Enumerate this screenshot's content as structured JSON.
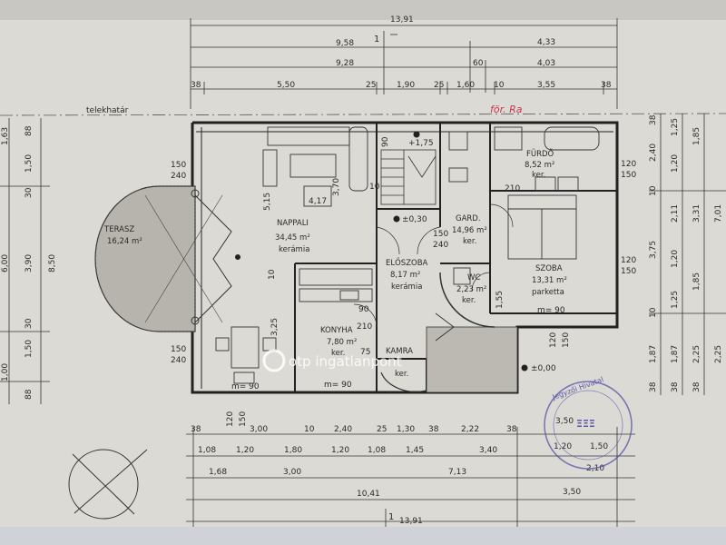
{
  "plan": {
    "top_dims": {
      "overall": "13,91",
      "row2_left": "9,58",
      "row2_right": "4,33",
      "row2_marker": "1",
      "row3_left": "9,28",
      "row3_mid": "60",
      "row3_right": "4,03",
      "row4": [
        "38",
        "5,50",
        "25",
        "1,90",
        "25",
        "1,60",
        "10",
        "3,55",
        "38"
      ]
    },
    "plot_boundary_label": "telekhatár",
    "handwritten_note": "för. Ra",
    "rooms": {
      "terasz": {
        "name": "TERASZ",
        "area": "16,24 m²"
      },
      "nappali": {
        "name": "NAPPALI",
        "area": "34,45 m²",
        "finish": "kerámia",
        "dims": [
          "5,15",
          "3,70",
          "4,17"
        ]
      },
      "eloszoba": {
        "name": "ELŐSZOBA",
        "area": "8,17 m²",
        "finish": "kerámia"
      },
      "gard": {
        "name": "GARD.",
        "area": "14,96 m²",
        "finish": "ker."
      },
      "furdo": {
        "name": "FÜRDŐ",
        "area": "8,52 m²",
        "finish": "ker."
      },
      "szoba": {
        "name": "SZOBA",
        "area": "13,31 m²",
        "finish": "parketta"
      },
      "wc": {
        "name": "WC",
        "area": "2,23 m²",
        "finish": "ker."
      },
      "konyha": {
        "name": "KONYHA",
        "area": "7,80 m²",
        "finish": "ker."
      },
      "kamra": {
        "name": "KAMRA",
        "area": "ker."
      }
    },
    "levels": {
      "stair": "+1,75",
      "hall": "±0,30",
      "outside": "±0,00"
    },
    "openings": {
      "left_top": [
        "150",
        "240"
      ],
      "left_bottom": [
        "150",
        "240"
      ],
      "right_top": [
        "120",
        "150"
      ],
      "right_mid": [
        "120",
        "150"
      ],
      "bottom_left": [
        "120",
        "150"
      ],
      "bottom_right": [
        "120",
        "150"
      ],
      "door_90_210": [
        "90",
        "210"
      ],
      "misc": [
        "90",
        "10",
        "75",
        "210",
        "1,55",
        "150",
        "240",
        "m= 90",
        "m= 90",
        "m= 90",
        "3,25",
        "10"
      ]
    },
    "left_dims": [
      "1,63",
      "88",
      "1,50",
      "30",
      "3,90",
      "8,50",
      "30",
      "1,50",
      "88",
      "6,00",
      "1,00"
    ],
    "right_dims": {
      "c1": [
        "38",
        "2,40",
        "10",
        "3,75",
        "10",
        "1,87",
        "38"
      ],
      "c2": [
        "1,25",
        "1,20",
        "2,11",
        "1,20",
        "1,25",
        "1,87",
        "38"
      ],
      "c3": [
        "1,85",
        "3,31",
        "1,85",
        "2,25",
        "38"
      ],
      "c4": [
        "7,01",
        "2,25"
      ]
    },
    "bottom_dims": {
      "row1": [
        "38",
        "3,00",
        "10",
        "2,40",
        "25",
        "1,30",
        "38",
        "2,22",
        "38",
        "3,50"
      ],
      "row2": [
        "1,08",
        "1,20",
        "1,80",
        "1,20",
        "1,08",
        "1,45",
        "3,40",
        "1,20",
        "1,50"
      ],
      "row3": [
        "1,68",
        "3,00",
        "7,13",
        "2,10"
      ],
      "row4": [
        "10,41",
        "3,50"
      ],
      "overall": "13,91",
      "marker": "1"
    },
    "watermark": "otp ingatlanpont",
    "stamp_text": "Jegyzői Hivatal"
  }
}
